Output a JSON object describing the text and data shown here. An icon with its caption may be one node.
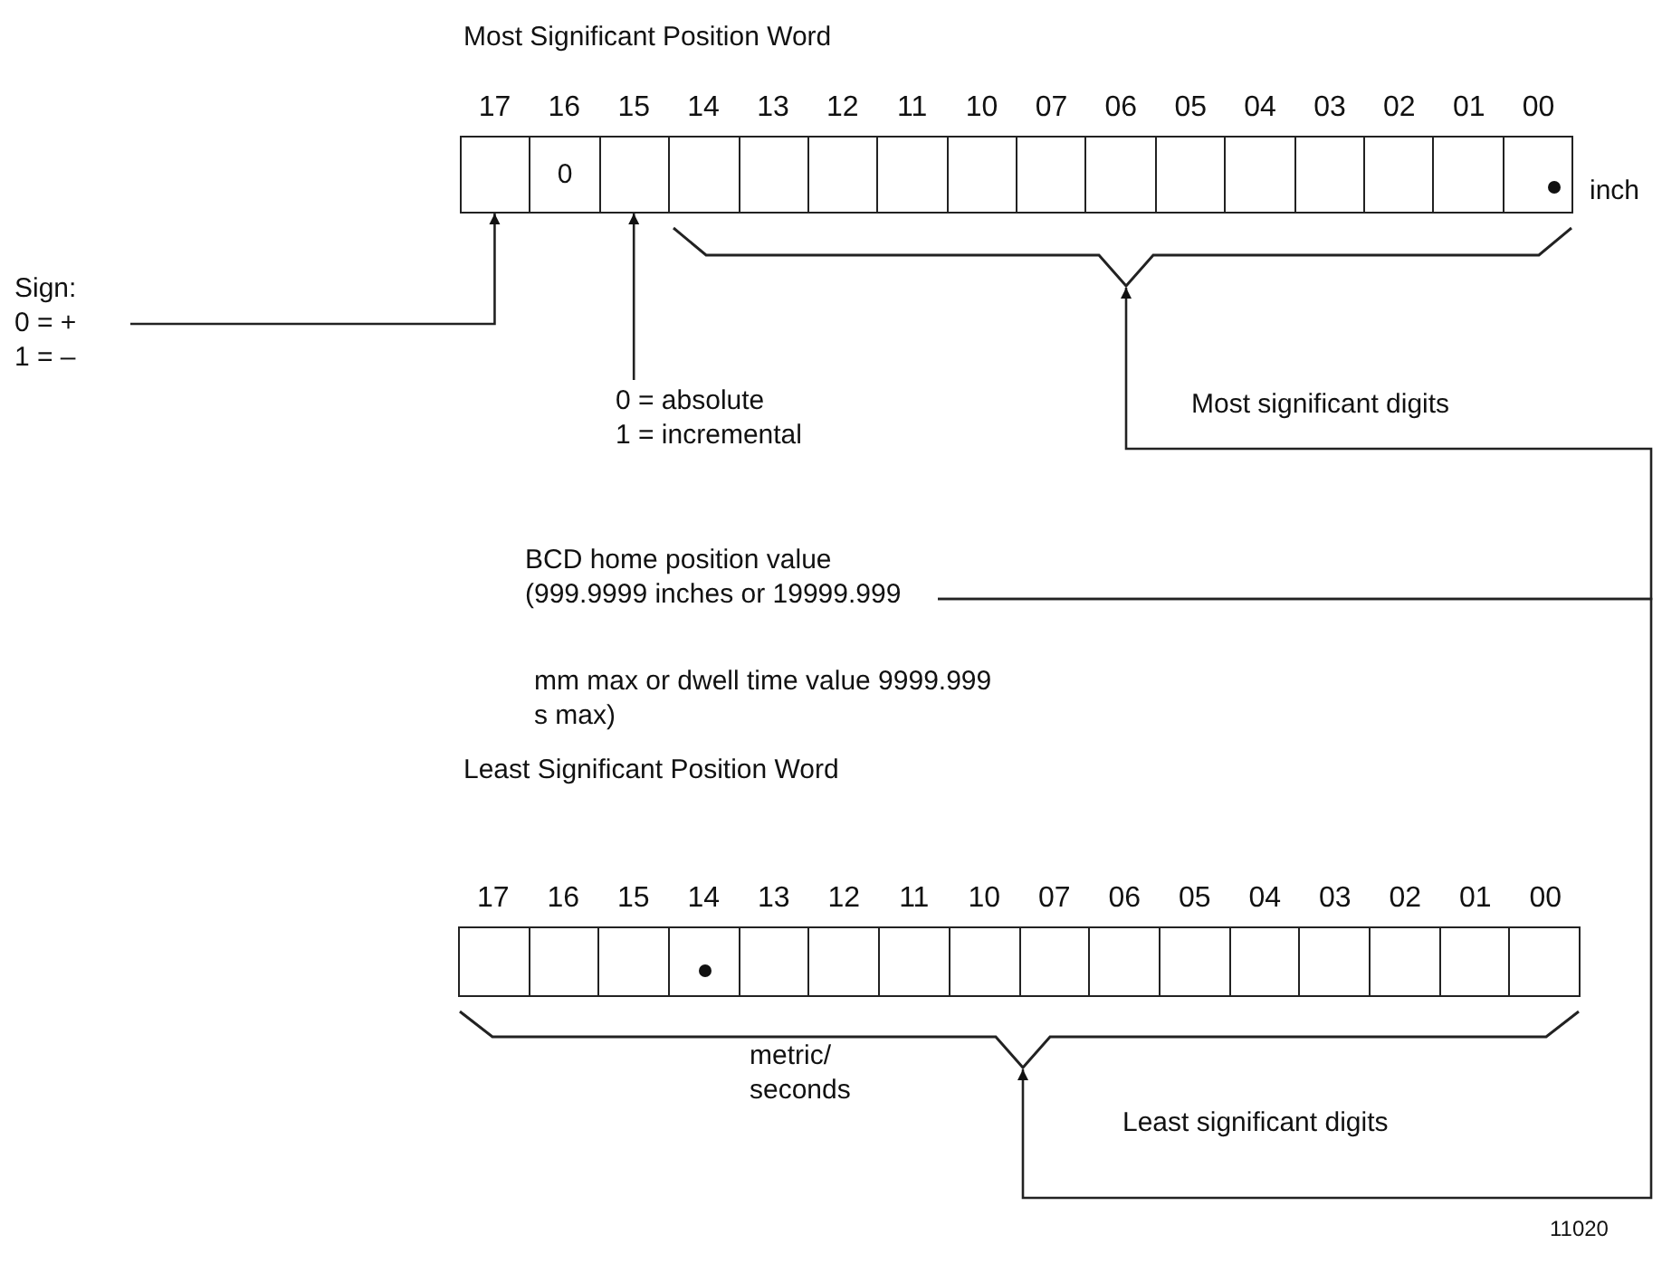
{
  "diagram": {
    "nodes": [
      {
        "text": [],
        "shape": "box",
        "beside": [
          "inch"
        ]
      },
      {
        "text": [],
        "shape": "box",
        "in": 0
      },
      {
        "text": [
          "0"
        ],
        "in": 0
      },
      {
        "text": [],
        "shape": "box",
        "in": 0
      },
      {
        "text": [],
        "shape": "box",
        "in": 0
      },
      {
        "text": [],
        "shape": "box",
        "in": 0
      },
      {
        "text": [],
        "shape": "box",
        "in": 0
      },
      {
        "text": [],
        "shape": "box",
        "in": 0
      },
      {
        "text": [],
        "shape": "box",
        "in": 0
      },
      {
        "text": [],
        "shape": "box",
        "in": 0
      },
      {
        "text": [],
        "shape": "box",
        "in": 0
      },
      {
        "text": [],
        "shape": "box",
        "in": 0
      },
      {
        "text": [],
        "shape": "box",
        "in": 0
      },
      {
        "text": [],
        "shape": "box",
        "in": 0
      },
      {
        "text": [],
        "shape": "box",
        "in": 0
      },
      {
        "text": [],
        "shape": "box",
        "in": 0
      },
      {
        "text": [],
        "shape": "box",
        "in": 0
      },
      {
        "text": [],
        "shape": "bracket"
      },
      {
        "text": [
          "Sign:",
          "0 = +",
          "1 = –"
        ]
      },
      {
        "text": [
          "0 = absolute",
          "1 = incremental"
        ]
      },
      {
        "text": [
          "BCD home position value (999.9999 inches or 19999.999",
          "mm max or dwell time value 9999.999 s max)"
        ]
      },
      {
        "text": [],
        "shape": "box"
      },
      {
        "text": [],
        "shape": "box",
        "in": 21
      },
      {
        "text": [],
        "shape": "box",
        "in": 21
      },
      {
        "text": [],
        "shape": "box",
        "in": 21
      },
      {
        "text": [],
        "shape": "box",
        "in": 21
      },
      {
        "text": [],
        "shape": "box",
        "in": 21
      },
      {
        "text": [],
        "shape": "box",
        "in": 21
      },
      {
        "text": [],
        "shape": "box",
        "in": 21
      },
      {
        "text": [],
        "shape": "box",
        "in": 21
      },
      {
        "text": [],
        "shape": "box",
        "in": 21
      },
      {
        "text": [],
        "shape": "box",
        "in": 21
      },
      {
        "text": [],
        "shape": "box",
        "in": 21
      },
      {
        "text": [],
        "shape": "box",
        "in": 21
      },
      {
        "text": [],
        "shape": "box",
        "in": 21
      },
      {
        "text": [],
        "shape": "box",
        "in": 21
      },
      {
        "text": [],
        "shape": "box",
        "in": 21
      },
      {
        "text": [],
        "shape": "box",
        "in": 21
      },
      {
        "text": [],
        "shape": "bracket",
        "beside": [
          "metric/ seconds"
        ]
      }
    ],
    "edges": [
      {
        "from": 18,
        "to": 1,
        "arrow": "to"
      },
      {
        "from": 19,
        "to": 3,
        "arrow": "to"
      },
      {
        "from": 20,
        "to": 17,
        "arrow": "to",
        "label": "Most significant digits"
      },
      {
        "from": 20,
        "to": 38,
        "arrow": "to",
        "label": "Least significant digits"
      }
    ],
    "labels": [
      "Most Significant Position Word",
      "17",
      "16",
      "15",
      "14",
      "13",
      "12",
      "11",
      "10",
      "07",
      "06",
      "05",
      "04",
      "03",
      "02",
      "01",
      "00",
      "Least Significant Position Word",
      "17",
      "16",
      "15",
      "14",
      "13",
      "12",
      "11",
      "10",
      "07",
      "06",
      "05",
      "04",
      "03",
      "02",
      "01",
      "00",
      "11020"
    ]
  }
}
